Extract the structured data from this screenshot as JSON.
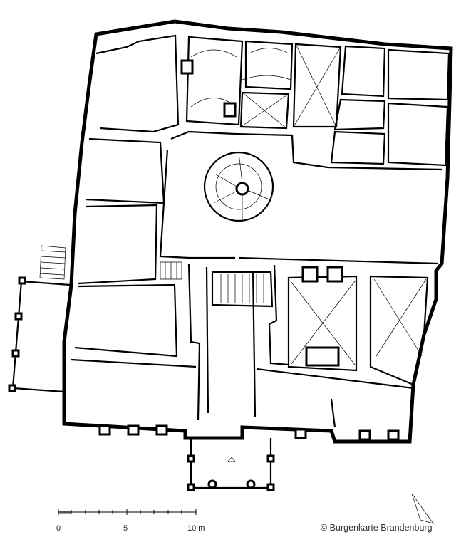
{
  "scale": {
    "ticks": [
      "0",
      "5",
      "10 m"
    ]
  },
  "credit": "© Burgenkarte Brandenburg"
}
